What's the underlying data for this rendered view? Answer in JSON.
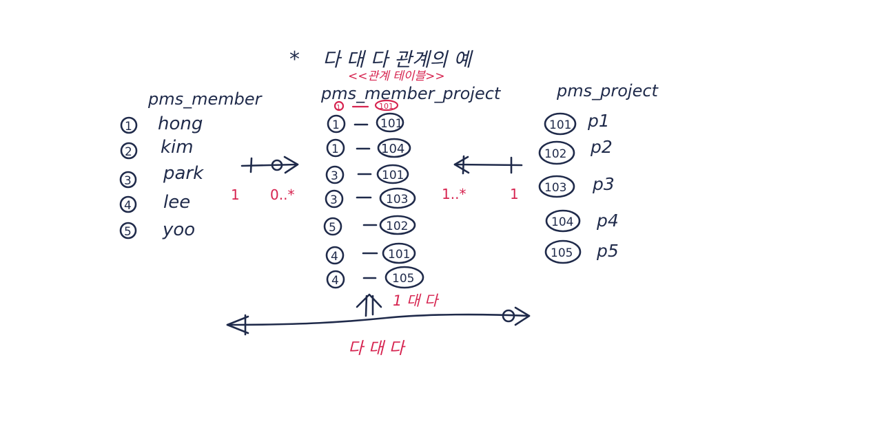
{
  "title": {
    "marker": "*",
    "text": "다 대 다 관계의 예",
    "subtitle": "<<관계 테이블>>"
  },
  "tables": {
    "member": {
      "name": "pms_member",
      "rows": [
        {
          "id": "1",
          "name": "hong"
        },
        {
          "id": "2",
          "name": "kim"
        },
        {
          "id": "3",
          "name": "park"
        },
        {
          "id": "4",
          "name": "lee"
        },
        {
          "id": "5",
          "name": "yoo"
        }
      ]
    },
    "member_project": {
      "name": "pms_member_project",
      "key_example": {
        "member": "1",
        "project": "101"
      },
      "rows": [
        {
          "member": "1",
          "project": "101"
        },
        {
          "member": "1",
          "project": "104"
        },
        {
          "member": "3",
          "project": "101"
        },
        {
          "member": "3",
          "project": "103"
        },
        {
          "member": "5",
          "project": "102"
        },
        {
          "member": "4",
          "project": "101"
        },
        {
          "member": "4",
          "project": "105"
        }
      ]
    },
    "project": {
      "name": "pms_project",
      "rows": [
        {
          "id": "101",
          "name": "p1"
        },
        {
          "id": "102",
          "name": "p2"
        },
        {
          "id": "103",
          "name": "p3"
        },
        {
          "id": "104",
          "name": "p4"
        },
        {
          "id": "105",
          "name": "p5"
        }
      ]
    }
  },
  "relations": {
    "left": {
      "one": "1",
      "many": "0..*"
    },
    "right": {
      "many": "1..*",
      "one": "1"
    },
    "arrow_label": "1 대 다",
    "bottom_label": "다 대 다"
  },
  "colors": {
    "ink": "#1f2a4a",
    "accent": "#d6234f",
    "background": "#ffffff"
  }
}
